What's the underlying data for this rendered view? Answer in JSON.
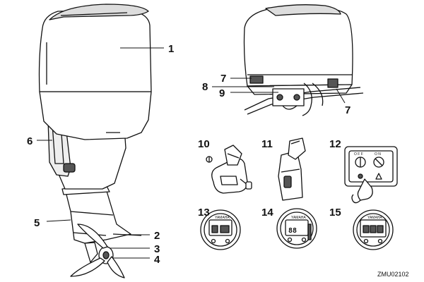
{
  "callouts": {
    "c1": "1",
    "c2": "2",
    "c3": "3",
    "c4": "4",
    "c5": "5",
    "c6": "6",
    "c7a": "7",
    "c7b": "7",
    "c8": "8",
    "c9": "9",
    "c10": "10",
    "c11": "11",
    "c12": "12",
    "c13": "13",
    "c14": "14",
    "c15": "15"
  },
  "figure_code": "ZMU02102",
  "panel_labels": {
    "left": "O F F",
    "right": "O N"
  },
  "meter_brand": "YAMAHA",
  "meter_readout": "88",
  "colors": {
    "stroke": "#111111",
    "fill": "#ffffff",
    "shade": "#555555"
  }
}
